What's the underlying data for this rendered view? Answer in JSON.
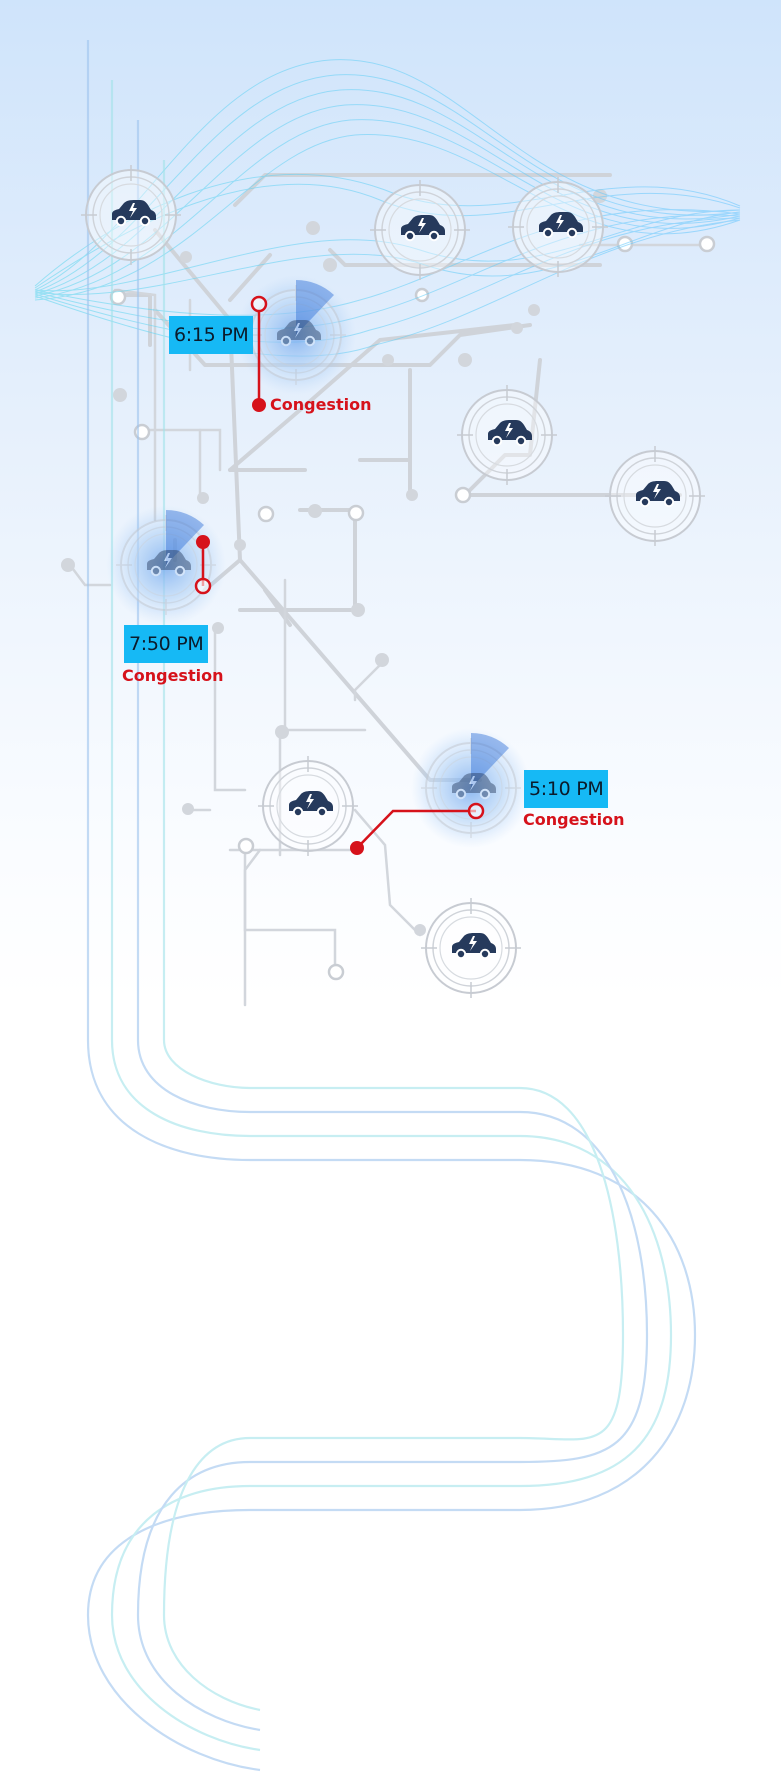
{
  "nodes": [
    {
      "id": "node-1",
      "icon": "ev-car-icon"
    },
    {
      "id": "node-2",
      "icon": "ev-car-icon"
    },
    {
      "id": "node-3",
      "icon": "ev-car-icon"
    },
    {
      "id": "node-4",
      "icon": "ev-car-icon"
    },
    {
      "id": "node-5",
      "icon": "ev-car-icon"
    },
    {
      "id": "node-6",
      "icon": "ev-car-icon"
    },
    {
      "id": "node-7",
      "icon": "ev-car-icon"
    }
  ],
  "alerts": [
    {
      "time": "6:15 PM",
      "status": "Congestion"
    },
    {
      "time": "7:50 PM",
      "status": "Congestion"
    },
    {
      "time": "5:10 PM",
      "status": "Congestion"
    }
  ],
  "colors": {
    "accent": "#16b9f5",
    "alert": "#d6121b",
    "car": "#263a5c",
    "circuit": "#cfd3d9",
    "route": "#b7d2f2"
  }
}
